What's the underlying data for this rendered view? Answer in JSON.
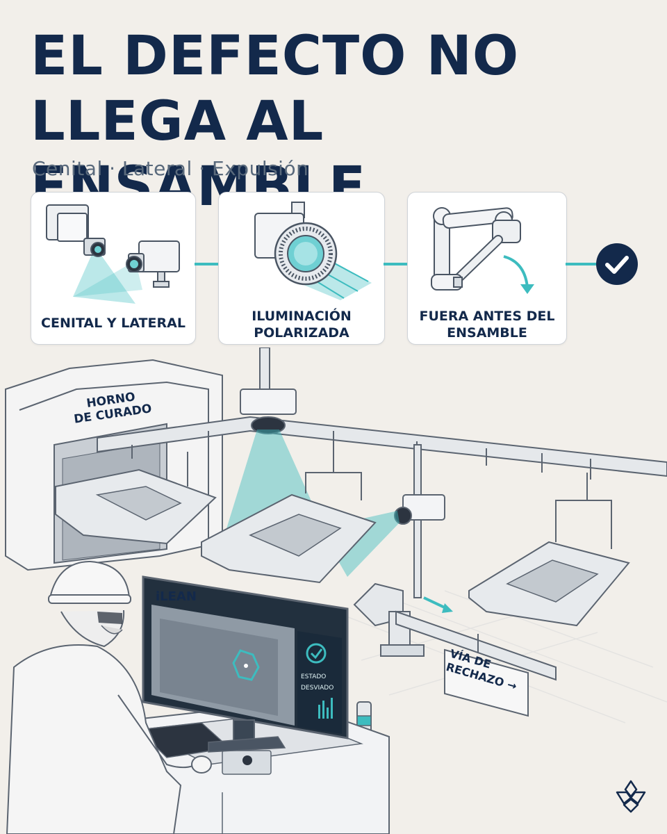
{
  "header": {
    "title_line1": "EL DEFECTO NO",
    "title_line2": "LLEGA AL ENSAMBLE",
    "subtitle": "Cenital · Lateral · Expulsión"
  },
  "steps": [
    {
      "label_line1": "CENITAL Y LATERAL",
      "label_line2": "",
      "icon": "dual-camera-icon"
    },
    {
      "label_line1": "ILUMINACIÓN",
      "label_line2": "POLARIZADA",
      "icon": "ring-light-camera-icon"
    },
    {
      "label_line1": "FUERA ANTES DEL",
      "label_line2": "ENSAMBLE",
      "icon": "robot-arm-icon"
    }
  ],
  "final_badge": {
    "icon": "check-circle-icon"
  },
  "scene": {
    "oven_line1": "HORNO",
    "oven_line2": "DE CURADO",
    "monitor_brand": "iLEAN",
    "status_line1": "ESTADO",
    "status_line2": "DESVIADO",
    "reject_line1": "VÍA DE",
    "reject_line2": "RECHAZO →"
  },
  "colors": {
    "navy": "#13294b",
    "teal": "#3dbcbf",
    "background": "#f2efea",
    "card": "#ffffff"
  }
}
